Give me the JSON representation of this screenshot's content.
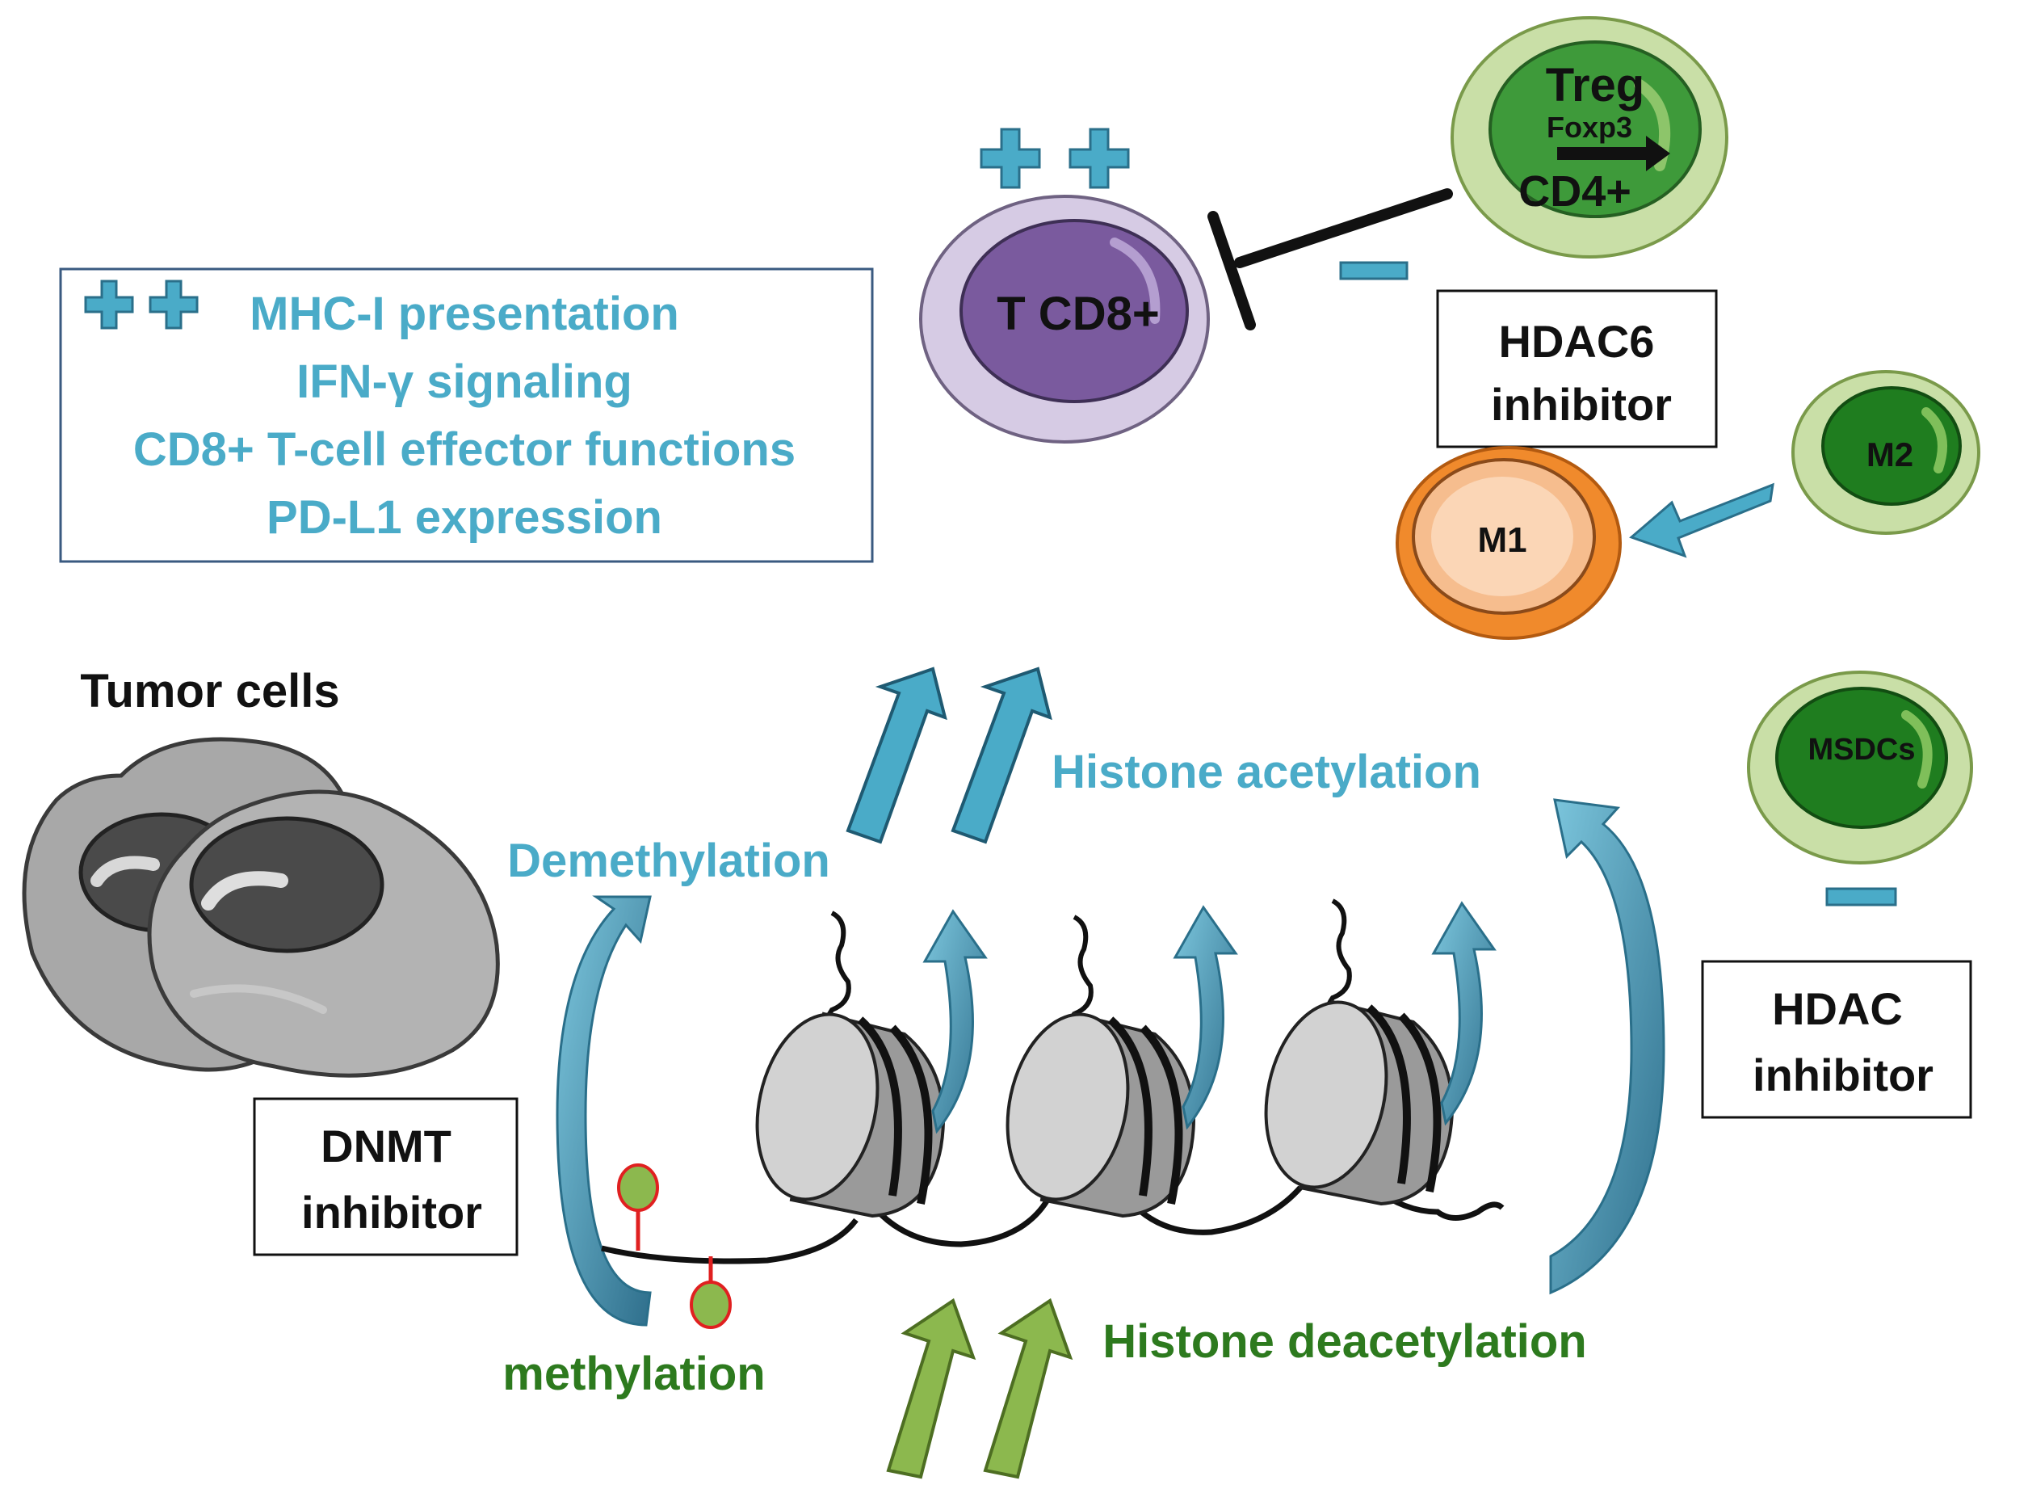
{
  "effects_box": {
    "items": [
      "MHC-I presentation",
      "IFN-γ signaling",
      "CD8+ T-cell effector functions",
      "PD-L1 expression"
    ]
  },
  "cells": {
    "tcd8": "T CD8+",
    "treg": {
      "title": "Treg",
      "gene": "Foxp3",
      "marker": "CD4+"
    },
    "m1": "M1",
    "m2": "M2",
    "msdcs": "MSDCs",
    "tumor": "Tumor cells"
  },
  "inhibitors": {
    "hdac6_line1": "HDAC6",
    "hdac6_line2": "inhibitor",
    "hdac_line1": "HDAC",
    "hdac_line2": "inhibitor",
    "dnmt_line1": "DNMT",
    "dnmt_line2": "inhibitor"
  },
  "processes": {
    "demethylation": "Demethylation",
    "histone_acetylation": "Histone acetylation",
    "methylation": "methylation",
    "histone_deacetylation": "Histone deacetylation"
  },
  "colors": {
    "effect_blue": "#4aabc8",
    "repress_green": "#2d7a1e",
    "tcell_purple": "#7a5a9e",
    "m1_orange": "#f08a2c",
    "treg_green": "#3e9a3a",
    "arrow_light_green": "#8cb84e"
  }
}
